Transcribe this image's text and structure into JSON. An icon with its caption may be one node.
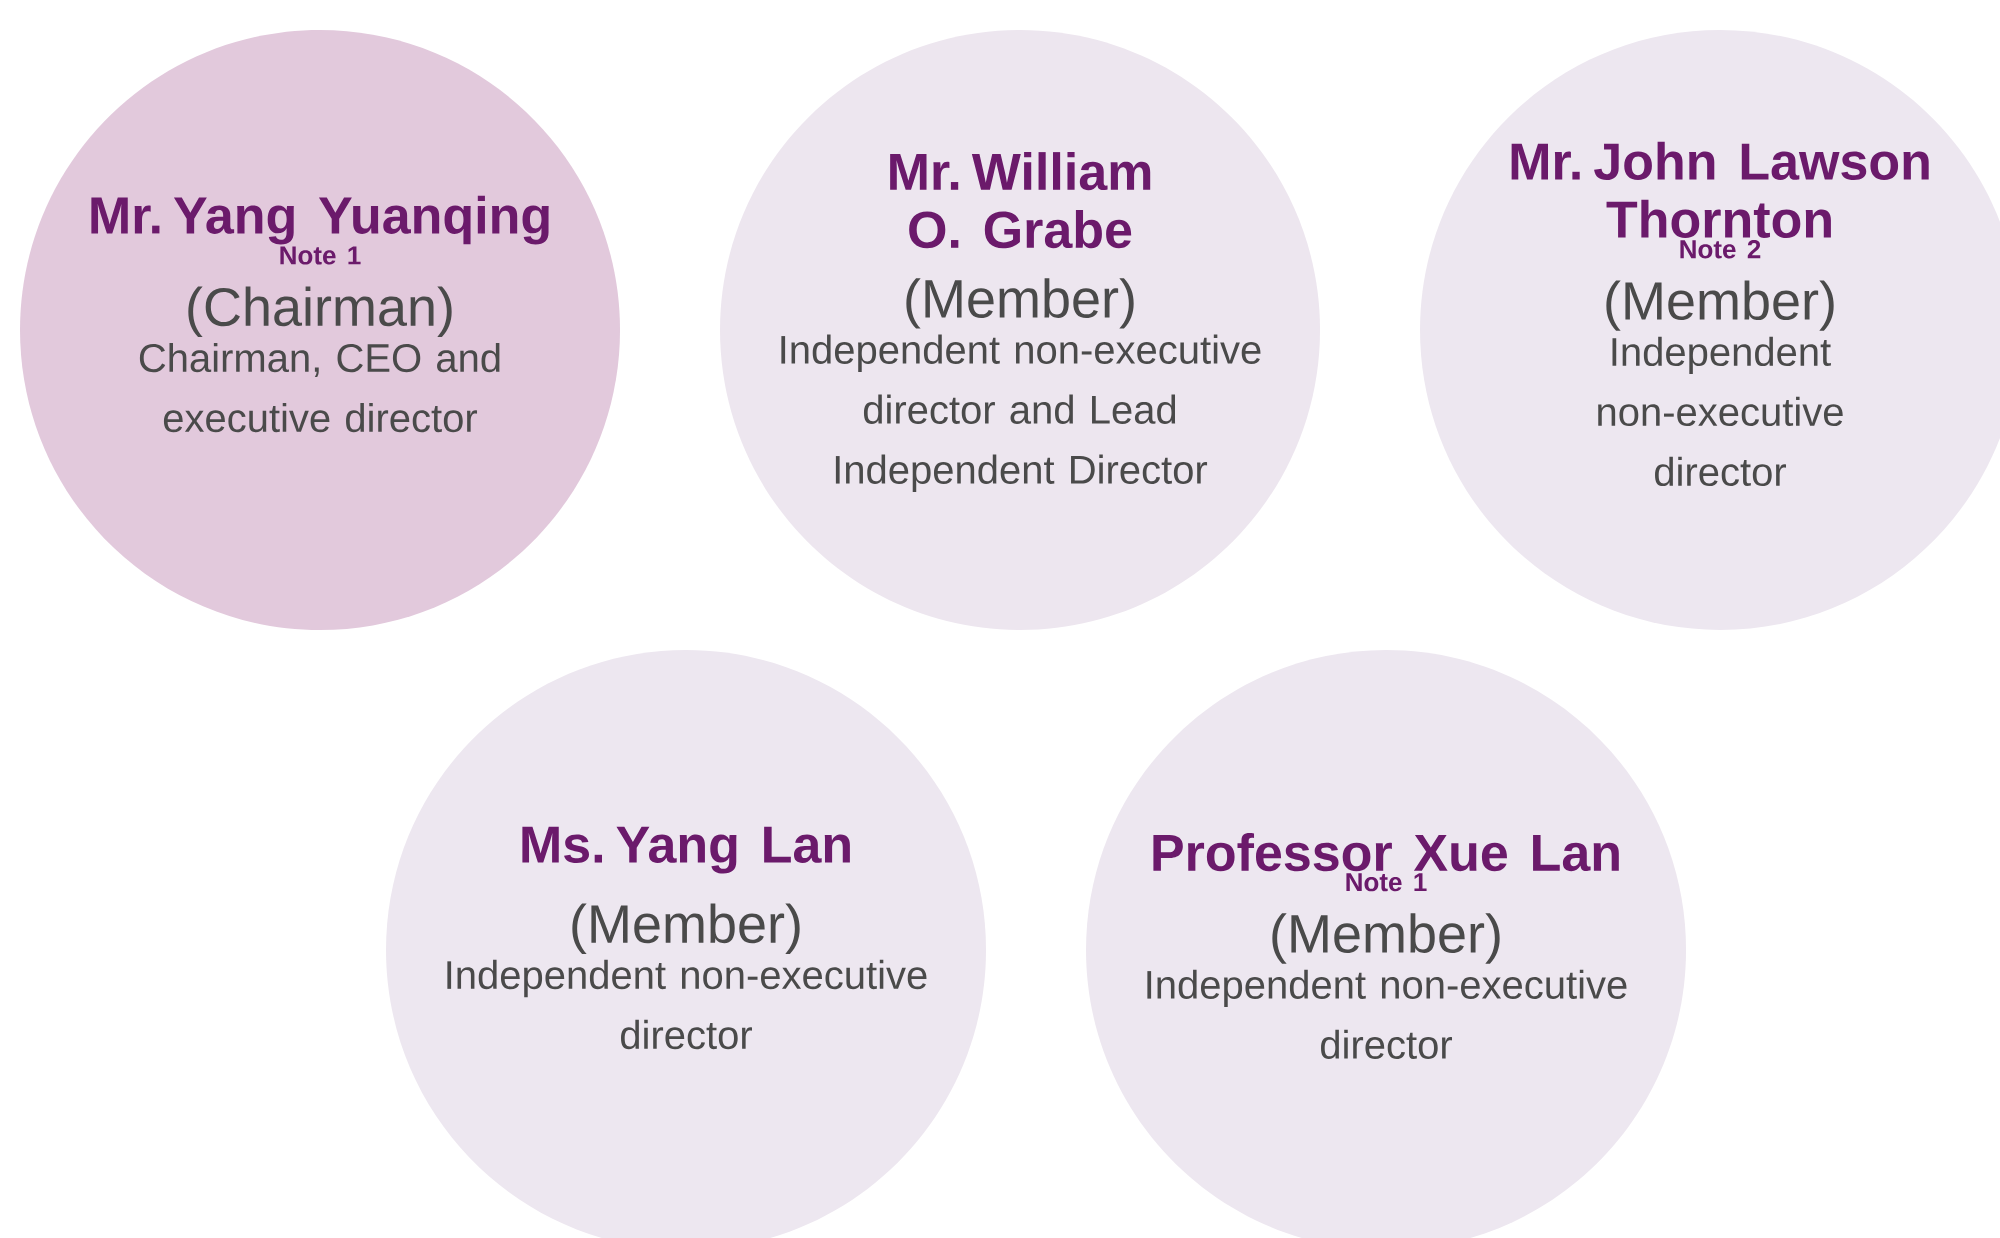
{
  "diagram": {
    "nodes": [
      {
        "text": [
          "Mr. Yang Yuanqing",
          "Note 1",
          "(Chairman)",
          "Chairman, CEO and executive director"
        ]
      },
      {
        "text": [
          "Mr. William O. Grabe",
          "(Member)",
          "Independent non-executive director and Lead Independent Director"
        ]
      },
      {
        "text": [
          "Mr. John Lawson Thornton",
          "Note 2",
          "(Member)",
          "Independent non-executive director"
        ]
      },
      {
        "text": [
          "Ms. Yang Lan",
          "(Member)",
          "Independent non-executive director"
        ]
      },
      {
        "text": [
          "Professor Xue Lan",
          "Note 1",
          "(Member)",
          "Independent non-executive director"
        ]
      }
    ]
  }
}
